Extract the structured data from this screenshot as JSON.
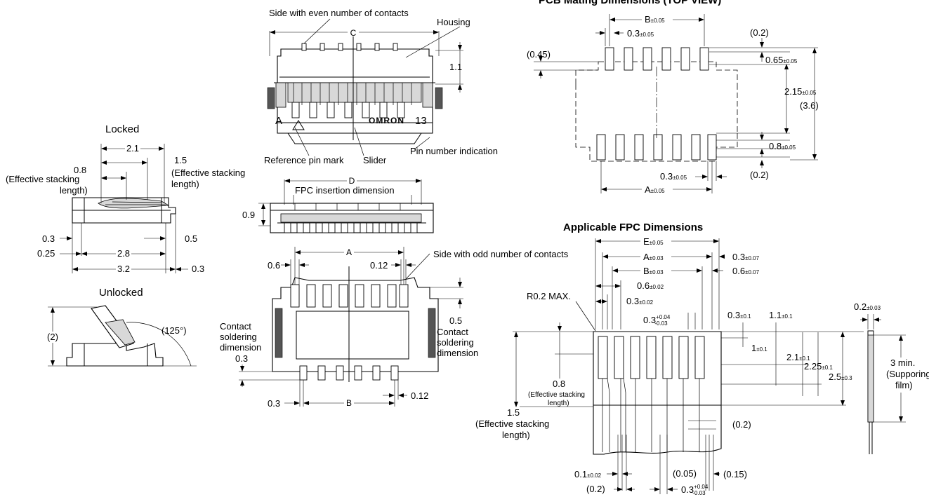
{
  "headings": {
    "pcb_mating": "PCB Mating Dimensions (TOP VIEW)",
    "applicable_fpc": "Applicable FPC Dimensions",
    "locked": "Locked",
    "unlocked": "Unlocked"
  },
  "labels": {
    "side_even": "Side with even number of contacts",
    "housing": "Housing",
    "reference_pin_mark": "Reference pin mark",
    "slider": "Slider",
    "pin_number_indication": "Pin number indication",
    "brand_mark": "OMRON",
    "pin_a": "A",
    "pin_13": "13",
    "fpc_insertion": "FPC insertion dimension",
    "side_odd": "Side with odd number of contacts",
    "contact_soldering_l1": "Contact",
    "contact_soldering_l2": "soldering",
    "contact_soldering_l3": "dimension",
    "effective_stacking_l1": "(Effective stacking",
    "effective_stacking_l2": "length)",
    "effective_stacking_small_l1": "(Effective stacking",
    "effective_stacking_small_l2": "length)",
    "effective_stacking_alt_l1": "(Effective stacking",
    "effective_stacking_alt_l2": "length)",
    "r02": "R0.2 MAX.",
    "three_min_l1": "3 min.",
    "three_min_l2": "(Supporing",
    "three_min_l3": "film)"
  },
  "dims_front": {
    "C": "C",
    "d11": "1.1"
  },
  "dims_locked": {
    "d21": "2.1",
    "d15": "1.5",
    "d08": "0.8",
    "d03": "0.3",
    "d025": "0.25",
    "d28": "2.8",
    "d05": "0.5",
    "d32": "3.2",
    "d03b": "0.3"
  },
  "dims_unlocked": {
    "d2": "(2)",
    "angle": "(125°)"
  },
  "dims_mid": {
    "D": "D",
    "d09": "0.9"
  },
  "dims_bottom": {
    "A": "A",
    "d06": "0.6",
    "d012": "0.12",
    "d05": "0.5",
    "d03_solder": "0.3",
    "d03": "0.3",
    "B": "B",
    "d012b": "0.12"
  },
  "dims_pcb": {
    "B": "B",
    "B_tol": "±0.05",
    "p03": "0.3",
    "p03_tol": "±0.05",
    "p02_top": "(0.2)",
    "p045": "(0.45)",
    "p065": "0.65",
    "p065_tol": "±0.05",
    "p215": "2.15",
    "p215_tol": "±0.05",
    "p36": "(3.6)",
    "p08": "0.8",
    "p08_tol": "±0.05",
    "p03b": "0.3",
    "p03b_tol": "±0.05",
    "p02_bot": "(0.2)",
    "A": "A",
    "A_tol": "±0.05"
  },
  "dims_fpc": {
    "E": "E",
    "E_tol": "±0.05",
    "A": "A",
    "A_tol": "±0.03",
    "f03": "0.3",
    "f03_tol": "±0.07",
    "B": "B",
    "B_tol": "±0.03",
    "f06": "0.6",
    "f06_tol": "±0.07",
    "f06b": "0.6",
    "f06b_tol": "±0.02",
    "f03b": "0.3",
    "f03b_tol": "±0.02",
    "f03c": "0.3",
    "f03c_tol_up": "+0.04",
    "f03c_tol_dn": "-0.03",
    "f03d": "0.3",
    "f03d_tol": "±0.1",
    "f11": "1.1",
    "f11_tol": "±0.1",
    "f1": "1",
    "f1_tol": "±0.1",
    "f21": "2.1",
    "f21_tol": "±0.1",
    "f225": "2.25",
    "f225_tol": "±0.1",
    "f25": "2.5",
    "f25_tol": "±0.3",
    "f08": "0.8",
    "f15": "1.5",
    "f02": "(0.2)",
    "f01": "0.1",
    "f01_tol": "±0.02",
    "f02b": "(0.2)",
    "f005": "(0.05)",
    "f015": "(0.15)",
    "f03e": "0.3",
    "f03e_tol_up": "+0.04",
    "f03e_tol_dn": "-0.03",
    "f02c": "0.2",
    "f02c_tol": "±0.03"
  }
}
